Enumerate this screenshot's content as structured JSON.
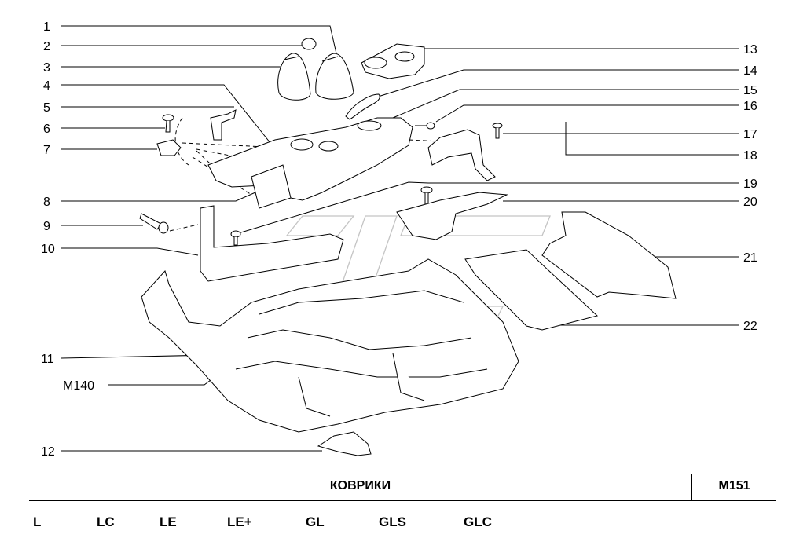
{
  "callouts_left": [
    "1",
    "2",
    "3",
    "4",
    "5",
    "6",
    "7",
    "8",
    "9",
    "10",
    "11",
    "M140",
    "12"
  ],
  "callouts_right": [
    "13",
    "14",
    "15",
    "16",
    "17",
    "18",
    "19",
    "20",
    "21",
    "22"
  ],
  "title": "КОВРИКИ",
  "code": "M151",
  "trims": [
    "L",
    "LC",
    "LE",
    "LE+",
    "GL",
    "GLS",
    "GLC"
  ],
  "colors": {
    "line": "#000000",
    "watermark": "#bdbdbd",
    "background": "#ffffff"
  }
}
